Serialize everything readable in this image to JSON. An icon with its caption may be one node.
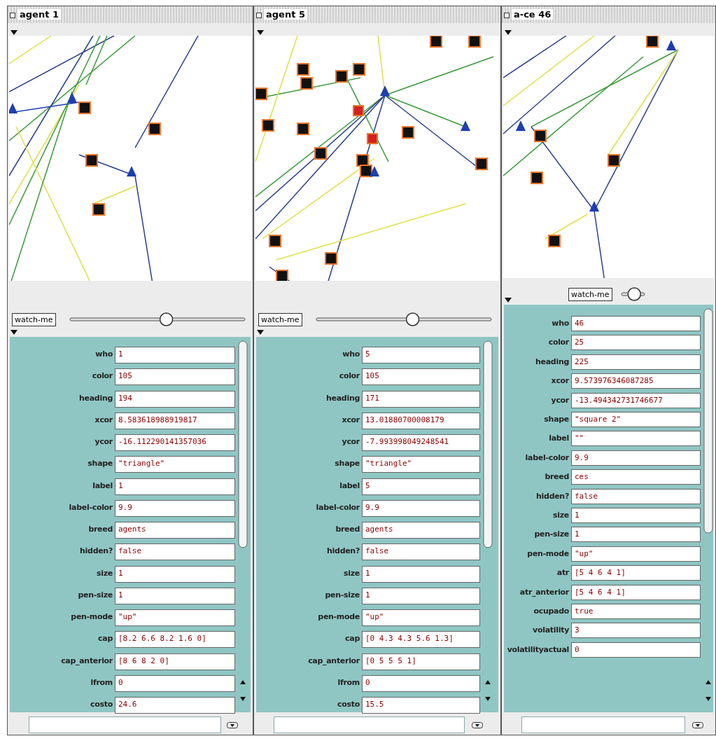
{
  "diagram": {
    "nodes": [
      {
        "text": [
          "agent 1"
        ]
      },
      {
        "text": [
          "watch-me"
        ],
        "in": 0
      },
      {
        "text": [
          "1"
        ],
        "beside": [
          "who"
        ],
        "in": 0
      },
      {
        "text": [
          "105"
        ],
        "beside": [
          "color"
        ],
        "in": 0
      },
      {
        "text": [
          "194"
        ],
        "beside": [
          "heading"
        ],
        "in": 0
      },
      {
        "text": [
          "8.583618988919817"
        ],
        "beside": [
          "xcor"
        ],
        "in": 0
      },
      {
        "text": [
          "-16.112290141357036"
        ],
        "beside": [
          "ycor"
        ],
        "in": 0
      },
      {
        "text": [
          "\"triangle\""
        ],
        "beside": [
          "shape"
        ],
        "in": 0
      },
      {
        "text": [
          "1"
        ],
        "beside": [
          "label"
        ],
        "in": 0
      },
      {
        "text": [
          "9.9"
        ],
        "beside": [
          "label-color"
        ],
        "in": 0
      },
      {
        "text": [
          "agents"
        ],
        "beside": [
          "breed"
        ],
        "in": 0
      },
      {
        "text": [
          "false"
        ],
        "beside": [
          "hidden?"
        ],
        "in": 0
      },
      {
        "text": [
          "1"
        ],
        "beside": [
          "size"
        ],
        "in": 0
      },
      {
        "text": [
          "1"
        ],
        "beside": [
          "pen-size"
        ],
        "in": 0
      },
      {
        "text": [
          "\"up\""
        ],
        "beside": [
          "pen-mode"
        ],
        "in": 0
      },
      {
        "text": [
          "[8.2 6.6 8.2 1.6 0]"
        ],
        "beside": [
          "cap"
        ],
        "in": 0
      },
      {
        "text": [
          "[8 6 8 2 0]"
        ],
        "beside": [
          "cap_anterior"
        ],
        "in": 0
      },
      {
        "text": [
          "0"
        ],
        "beside": [
          "lfrom"
        ],
        "in": 0
      },
      {
        "text": [
          "24.6"
        ],
        "beside": [
          "costo"
        ],
        "in": 0
      },
      {
        "text": [],
        "shape": "box",
        "in": 0
      },
      {
        "text": [
          "agent 5"
        ]
      },
      {
        "text": [
          "watch-me"
        ],
        "in": 20
      },
      {
        "text": [
          "5"
        ],
        "beside": [
          "who"
        ],
        "in": 20
      },
      {
        "text": [
          "105"
        ],
        "beside": [
          "color"
        ],
        "in": 20
      },
      {
        "text": [
          "171"
        ],
        "beside": [
          "heading"
        ],
        "in": 20
      },
      {
        "text": [
          "13.01880700008179"
        ],
        "beside": [
          "xcor"
        ],
        "in": 20
      },
      {
        "text": [
          "-7.993998049248541"
        ],
        "beside": [
          "ycor"
        ],
        "in": 20
      },
      {
        "text": [
          "\"triangle\""
        ],
        "beside": [
          "shape"
        ],
        "in": 20
      },
      {
        "text": [
          "5"
        ],
        "beside": [
          "label"
        ],
        "in": 20
      },
      {
        "text": [
          "9.9"
        ],
        "beside": [
          "label-color"
        ],
        "in": 20
      },
      {
        "text": [
          "agents"
        ],
        "beside": [
          "breed"
        ],
        "in": 20
      },
      {
        "text": [
          "false"
        ],
        "beside": [
          "hidden?"
        ],
        "in": 20
      },
      {
        "text": [
          "1"
        ],
        "beside": [
          "size"
        ],
        "in": 20
      },
      {
        "text": [
          "1"
        ],
        "beside": [
          "pen-size"
        ],
        "in": 20
      },
      {
        "text": [
          "\"up\""
        ],
        "beside": [
          "pen-mode"
        ],
        "in": 20
      },
      {
        "text": [
          "[0 4.3 4.3 5.6 1.3]"
        ],
        "beside": [
          "cap"
        ],
        "in": 20
      },
      {
        "text": [
          "[0 5 5 5 1]"
        ],
        "beside": [
          "cap_anterior"
        ],
        "in": 20
      },
      {
        "text": [
          "0"
        ],
        "beside": [
          "lfrom"
        ],
        "in": 20
      },
      {
        "text": [
          "15.5"
        ],
        "beside": [
          "costo"
        ],
        "in": 20
      },
      {
        "text": [],
        "shape": "box",
        "in": 20
      },
      {
        "text": [
          "a-ce 46"
        ]
      },
      {
        "text": [
          "watch-me"
        ],
        "in": 40
      },
      {
        "text": [
          "46"
        ],
        "beside": [
          "who"
        ],
        "in": 40
      },
      {
        "text": [
          "25"
        ],
        "beside": [
          "color"
        ],
        "in": 40
      },
      {
        "text": [
          "225"
        ],
        "beside": [
          "heading"
        ],
        "in": 40
      },
      {
        "text": [
          "9.573976346087285"
        ],
        "beside": [
          "xcor"
        ],
        "in": 40
      },
      {
        "text": [
          "-13.494342731746677"
        ],
        "beside": [
          "ycor"
        ],
        "in": 40
      },
      {
        "text": [
          "\"square 2\""
        ],
        "beside": [
          "shape"
        ],
        "in": 40
      },
      {
        "text": [
          "\"\""
        ],
        "beside": [
          "label"
        ],
        "in": 40
      },
      {
        "text": [
          "9.9"
        ],
        "beside": [
          "label-color"
        ],
        "in": 40
      },
      {
        "text": [
          "ces"
        ],
        "beside": [
          "breed"
        ],
        "in": 40
      },
      {
        "text": [
          "false"
        ],
        "beside": [
          "hidden?"
        ],
        "in": 40
      },
      {
        "text": [
          "1"
        ],
        "beside": [
          "size"
        ],
        "in": 40
      },
      {
        "text": [
          "1"
        ],
        "beside": [
          "pen-size"
        ],
        "in": 40
      },
      {
        "text": [
          "\"up\""
        ],
        "beside": [
          "pen-mode"
        ],
        "in": 40
      },
      {
        "text": [
          "[5 4 6 4 1]"
        ],
        "beside": [
          "atr"
        ],
        "in": 40
      },
      {
        "text": [
          "[5 4 6 4 1]"
        ],
        "beside": [
          "atr_anterior"
        ],
        "in": 40
      },
      {
        "text": [
          "true"
        ],
        "beside": [
          "ocupado"
        ],
        "in": 40
      },
      {
        "text": [
          "3"
        ],
        "beside": [
          "volatility"
        ],
        "in": 40
      },
      {
        "text": [
          "0"
        ],
        "beside": [
          "volatilityactual"
        ],
        "in": 40
      },
      {
        "text": [],
        "shape": "box",
        "in": 40
      }
    ]
  }
}
